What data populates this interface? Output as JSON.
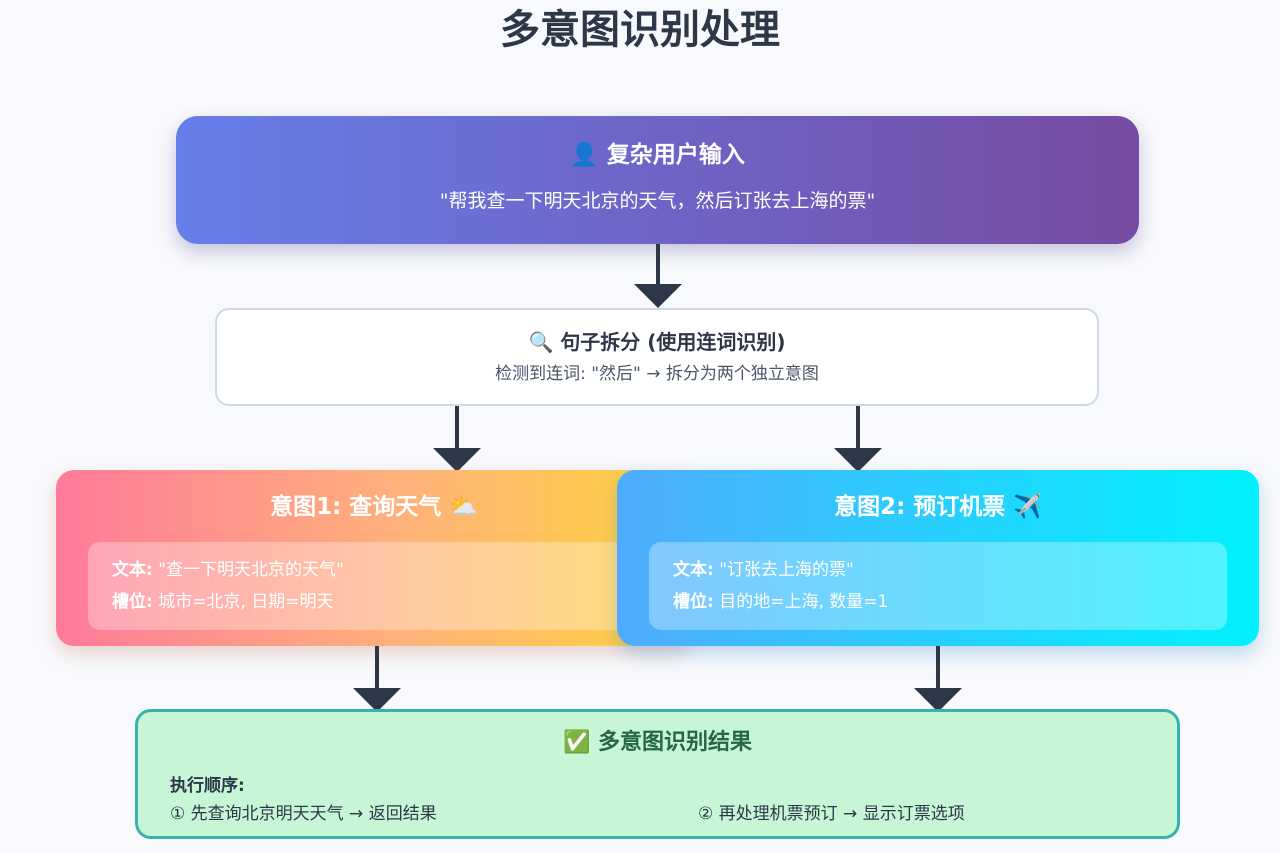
{
  "title": "多意图识别处理",
  "input": {
    "icon": "👤",
    "heading": "复杂用户输入",
    "quote": "\"帮我查一下明天北京的天气，然后订张去上海的票\""
  },
  "split": {
    "icon": "🔍",
    "heading": "句子拆分 (使用连词识别)",
    "detail": "检测到连词: \"然后\" → 拆分为两个独立意图"
  },
  "intent1": {
    "heading": "意图1: 查询天气",
    "icon": "⛅",
    "text_label": "文本:",
    "text_value": " \"查一下明天北京的天气\"",
    "slot_label": "槽位:",
    "slot_value": " 城市=北京, 日期=明天"
  },
  "intent2": {
    "heading": "意图2: 预订机票",
    "icon": "✈️",
    "text_label": "文本:",
    "text_value": " \"订张去上海的票\"",
    "slot_label": "槽位:",
    "slot_value": " 目的地=上海, 数量=1"
  },
  "result": {
    "icon": "✅",
    "heading": "多意图识别结果",
    "order_label": "执行顺序:",
    "step1": "① 先查询北京明天天气 → 返回结果",
    "step2": "② 再处理机票预订 → 显示订票选项"
  },
  "colors": {
    "input_gradient": [
      "#667eea",
      "#764ba2"
    ],
    "intent1_gradient": [
      "#ff7a9a",
      "#ffd43b"
    ],
    "intent2_gradient": [
      "#4facfe",
      "#00f2fe"
    ],
    "result_bg": "#c6f6d5",
    "result_border": "#38b2ac",
    "arrow": "#2d3748"
  }
}
